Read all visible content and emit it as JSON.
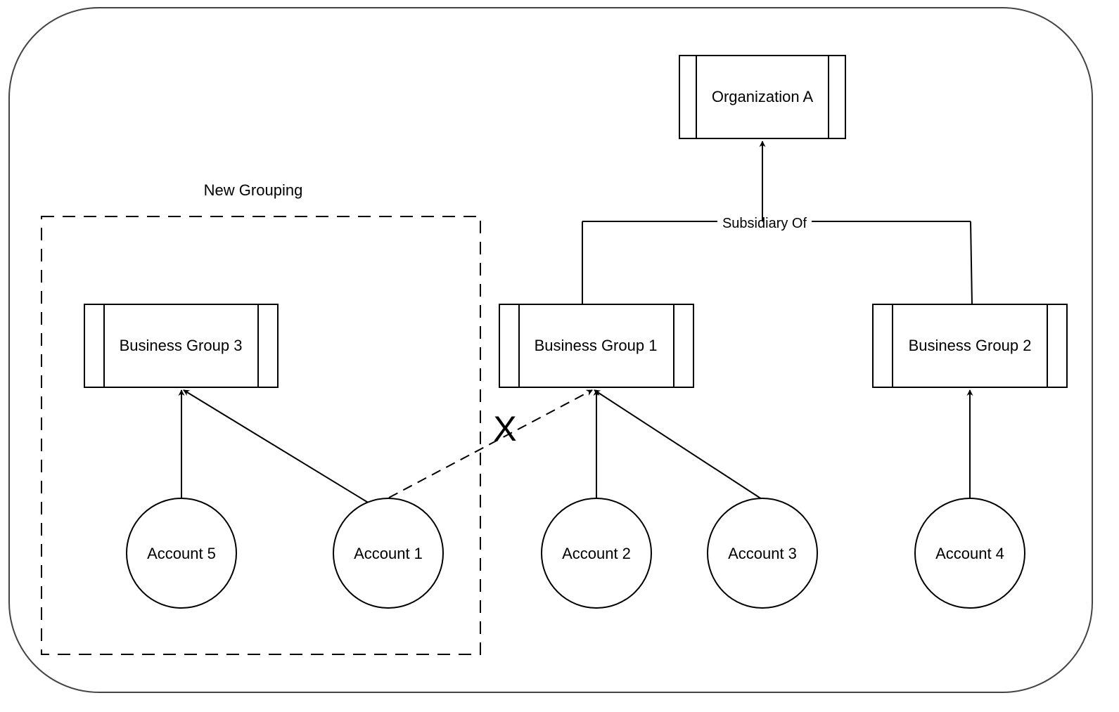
{
  "diagram": {
    "organization": {
      "label": "Organization A"
    },
    "business_groups": [
      {
        "id": "bg3",
        "label": "Business Group 3"
      },
      {
        "id": "bg1",
        "label": "Business Group 1"
      },
      {
        "id": "bg2",
        "label": "Business Group 2"
      }
    ],
    "accounts": [
      {
        "id": "acc5",
        "label": "Account 5"
      },
      {
        "id": "acc1",
        "label": "Account 1"
      },
      {
        "id": "acc2",
        "label": "Account 2"
      },
      {
        "id": "acc3",
        "label": "Account 3"
      },
      {
        "id": "acc4",
        "label": "Account 4"
      }
    ],
    "edge_label": "Subsidiary Of",
    "new_grouping_label": "New Grouping",
    "removed_marker": "X"
  },
  "edges": [
    {
      "from": "acc5",
      "to": "bg3",
      "style": "solid"
    },
    {
      "from": "acc1",
      "to": "bg3",
      "style": "solid"
    },
    {
      "from": "acc1",
      "to": "bg1",
      "style": "dashed",
      "removed": true
    },
    {
      "from": "acc2",
      "to": "bg1",
      "style": "solid"
    },
    {
      "from": "acc3",
      "to": "bg1",
      "style": "solid"
    },
    {
      "from": "acc4",
      "to": "bg2",
      "style": "solid"
    },
    {
      "from": "bg1",
      "to": "org",
      "style": "solid",
      "label": "Subsidiary Of"
    },
    {
      "from": "bg2",
      "to": "org",
      "style": "solid",
      "label": "Subsidiary Of"
    }
  ],
  "colors": {
    "stroke": "#000000",
    "background": "#ffffff",
    "frame": "#333333"
  }
}
